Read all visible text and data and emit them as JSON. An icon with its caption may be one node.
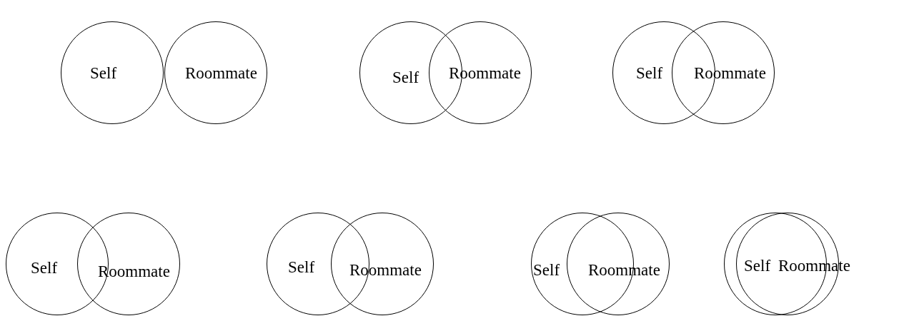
{
  "diagram": {
    "nodes": [
      {
        "text": [
          "Self"
        ]
      },
      {
        "text": [
          "Roommate"
        ]
      },
      {
        "text": [
          "Self"
        ]
      },
      {
        "text": [
          "Roommate"
        ]
      },
      {
        "text": [
          "Self"
        ]
      },
      {
        "text": [
          "Roommate"
        ]
      },
      {
        "text": [
          "Self"
        ]
      },
      {
        "text": [
          "Roommate"
        ]
      },
      {
        "text": [
          "Self"
        ]
      },
      {
        "text": [
          "Roommate"
        ]
      },
      {
        "text": [
          "Self"
        ]
      },
      {
        "text": [
          "Roommate"
        ]
      },
      {
        "text": [
          "Self"
        ]
      },
      {
        "text": [
          "Roommate"
        ]
      }
    ]
  }
}
